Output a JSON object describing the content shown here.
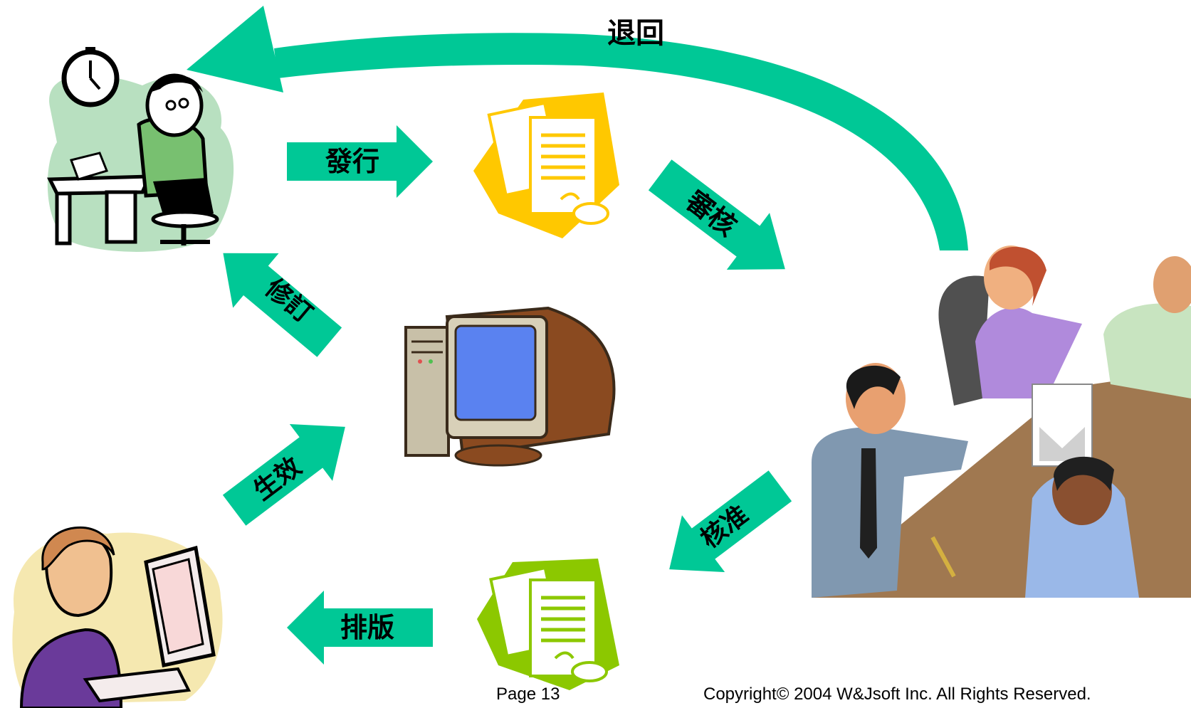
{
  "colors": {
    "arrow": "#00c896",
    "arrow_text": "#000000",
    "doc_yellow": "#ffc800",
    "doc_green": "#8cc800",
    "monitor_screen": "#5a82f0",
    "table_brown": "#a07850"
  },
  "labels": {
    "return": "退回",
    "issue": "發行",
    "review": "審核",
    "revise": "修訂",
    "effective": "生效",
    "approve": "核准",
    "typeset": "排版"
  },
  "footer": {
    "page": "Page 13",
    "copyright": "Copyright© 2004 W&Jsoft Inc. All Rights Reserved."
  },
  "icons": {
    "author": "stressed-man-at-desk-icon",
    "typist": "woman-at-computer-icon",
    "doc_top": "document-stack-icon",
    "doc_bottom": "document-stack-icon",
    "computer": "computer-icon",
    "meeting": "business-meeting-icon"
  }
}
